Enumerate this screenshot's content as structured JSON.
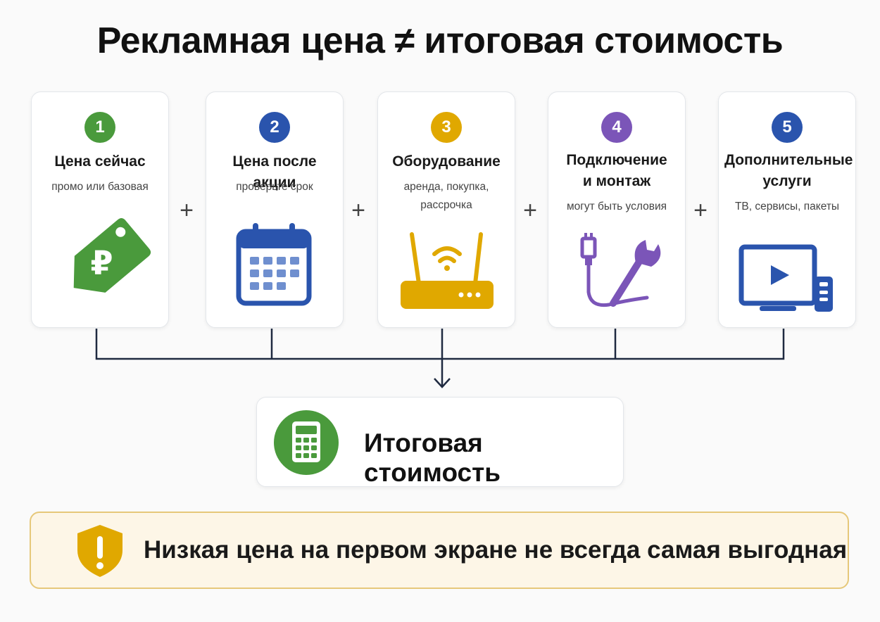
{
  "title": "Рекламная цена ≠ итоговая стоимость",
  "steps": [
    {
      "number": "1",
      "title": "Цена сейчас",
      "subtitle": "промо или базовая",
      "color": "#4a9a3c",
      "icon": "ruble-tag-icon"
    },
    {
      "number": "2",
      "title": "Цена после акции",
      "subtitle": "проверьте срок",
      "color": "#2a54ad",
      "icon": "calendar-icon"
    },
    {
      "number": "3",
      "title": "Оборудование",
      "subtitle": "аренда, покупка, рассрочка",
      "subtitle_line1": "аренда, покупка,",
      "subtitle_line2": "рассрочка",
      "color": "#e0a800",
      "icon": "router-icon"
    },
    {
      "number": "4",
      "title": "Подключение и монтаж",
      "title_line1": "Подключение",
      "title_line2": "и монтаж",
      "subtitle": "могут быть условия",
      "color": "#7b55b8",
      "icon": "cable-wrench-icon"
    },
    {
      "number": "5",
      "title": "Дополнительные услуги",
      "title_line1": "Дополнительные",
      "title_line2": "услуги",
      "subtitle": "ТВ, сервисы, пакеты",
      "color": "#2a54ad",
      "icon": "tv-remote-icon"
    }
  ],
  "plus_sign": "+",
  "total": {
    "label": "Итоговая стоимость",
    "icon": "calculator-icon",
    "color": "#4a9a3c"
  },
  "warning": {
    "text": "Низкая цена на первом экране не всегда самая выгодная",
    "icon": "shield-exclamation-icon",
    "color": "#e0a800"
  }
}
